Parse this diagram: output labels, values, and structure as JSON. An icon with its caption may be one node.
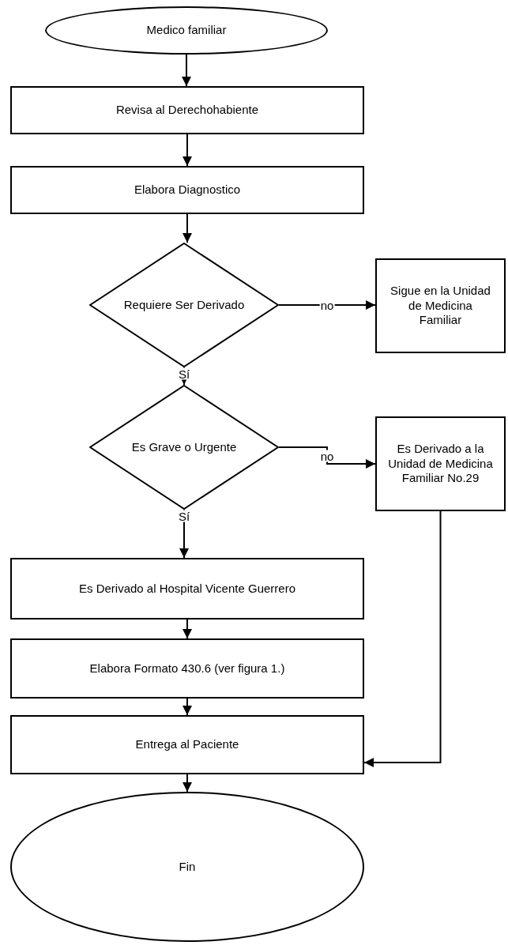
{
  "diagram": {
    "nodes": [
      {
        "text": [
          "Medico familiar"
        ]
      },
      {
        "text": [
          "Revisa al Derechohabiente"
        ]
      },
      {
        "text": [
          "Elabora Diagnostico"
        ]
      },
      {
        "text": [
          "Requiere Ser Derivado"
        ]
      },
      {
        "text": [
          "Sigue en la Unidad de Medicina Familiar"
        ]
      },
      {
        "text": [
          "Es Grave o Urgente"
        ]
      },
      {
        "text": [
          "Es Derivado a la Unidad de Medicina Familiar No.29"
        ]
      },
      {
        "text": [
          "Es Derivado al Hospital Vicente Guerrero"
        ]
      },
      {
        "text": [
          "Elabora Formato 430.6 (ver figura 1.)"
        ]
      },
      {
        "text": [
          "Entrega al Paciente"
        ]
      },
      {
        "text": [
          "Fin"
        ]
      }
    ],
    "edges": [
      {
        "from": 0,
        "to": 1,
        "arrow": "to"
      },
      {
        "from": 1,
        "to": 2,
        "arrow": "to"
      },
      {
        "from": 2,
        "to": 3,
        "arrow": "to"
      },
      {
        "from": 3,
        "to": 4,
        "arrow": "to",
        "label": "no"
      },
      {
        "from": 3,
        "to": 5,
        "arrow": "to",
        "label": "Sí"
      },
      {
        "from": 5,
        "to": 6,
        "arrow": "to",
        "label": "no"
      },
      {
        "from": 5,
        "to": 7,
        "arrow": "to",
        "label": "Sí"
      },
      {
        "from": 7,
        "to": 8,
        "arrow": "to"
      },
      {
        "from": 8,
        "to": 9,
        "arrow": "to"
      },
      {
        "from": 6,
        "to": 9,
        "arrow": "to"
      },
      {
        "from": 9,
        "to": 10,
        "arrow": "to"
      }
    ]
  }
}
